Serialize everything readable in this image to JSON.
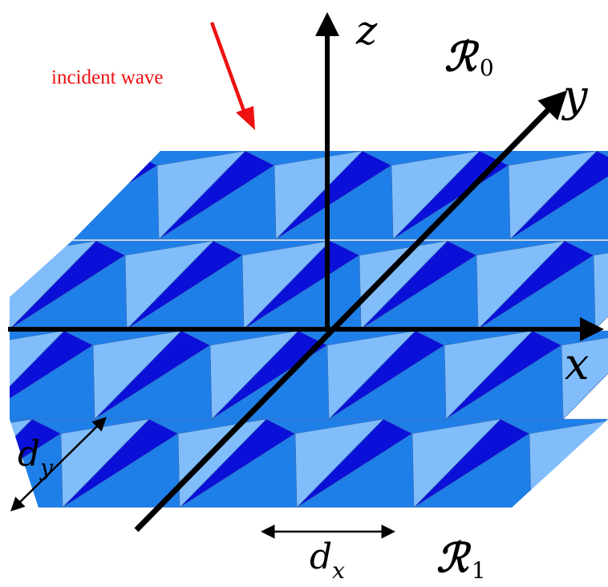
{
  "labels": {
    "incident_wave": "incident wave",
    "axis_z": "z",
    "axis_y": "y",
    "axis_x": "x",
    "region_top": "ℛ",
    "region_top_sub": "0",
    "region_bottom": "ℛ",
    "region_bottom_sub": "1",
    "period_y_main": "d",
    "period_y_sub": "y",
    "period_x_main": "d",
    "period_x_sub": "x"
  },
  "colors": {
    "cell_base": "#1f7fe8",
    "facet_light": "#82bdfb",
    "facet_dark": "#0a10d8",
    "incident_arrow": "#ee1111",
    "axes": "#000000"
  },
  "lattice": {
    "columns": 5,
    "rows": 4
  }
}
